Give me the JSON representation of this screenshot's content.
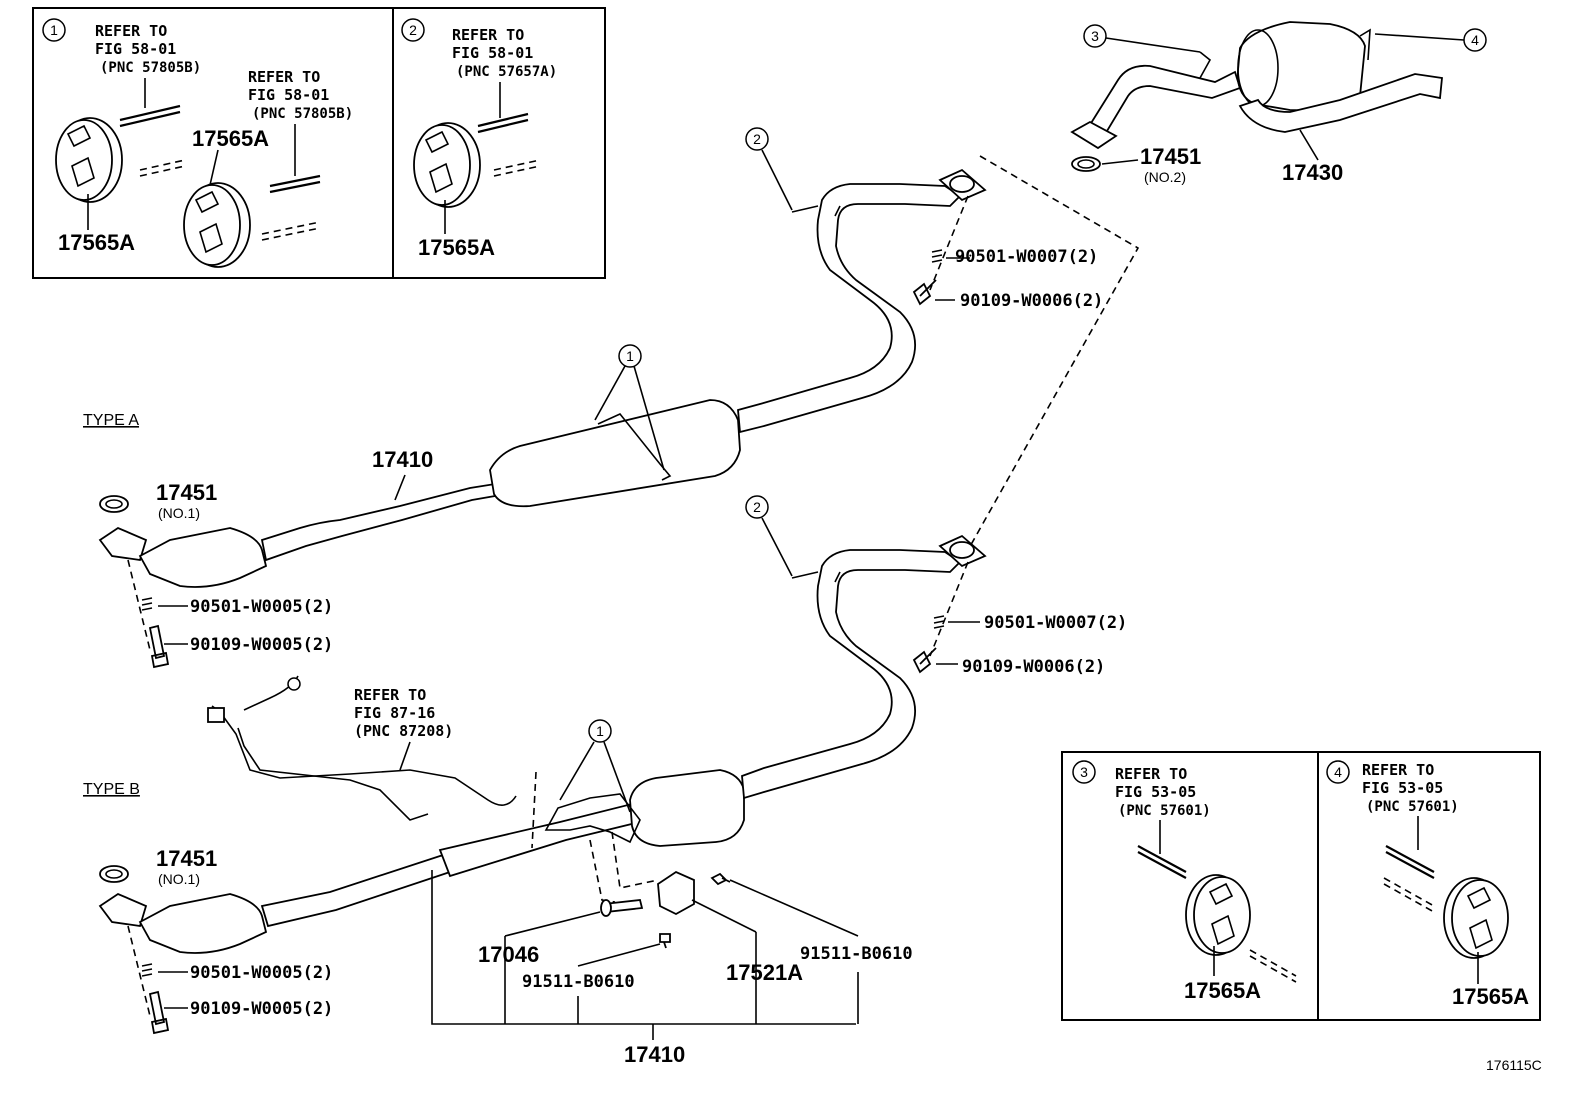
{
  "inset_1": {
    "circle": "1",
    "ref_a": [
      "REFER TO",
      "FIG 58-01",
      "(PNC 57805B)"
    ],
    "ref_b": [
      "REFER TO",
      "FIG 58-01",
      "(PNC 57805B)"
    ],
    "part_a": "17565A",
    "part_b": "17565A"
  },
  "inset_2": {
    "circle": "2",
    "ref": [
      "REFER TO",
      "FIG 58-01",
      "(PNC 57657A)"
    ],
    "part": "17565A"
  },
  "inset_3": {
    "circle": "3",
    "ref": [
      "REFER TO",
      "FIG 53-05",
      "(PNC 57601)"
    ],
    "part": "17565A"
  },
  "inset_4": {
    "circle": "4",
    "ref": [
      "REFER TO",
      "FIG 53-05",
      "(PNC 57601)"
    ],
    "part": "17565A"
  },
  "tail": {
    "circle_left": "3",
    "circle_right": "4",
    "muffler": "17430",
    "gasket": "17451",
    "gasket_note": "(NO.2)"
  },
  "type_a": {
    "label": "TYPE A",
    "pipe": "17410",
    "gasket": "17451",
    "gasket_note": "(NO.1)",
    "spring_front": "90501-W0005(2)",
    "bolt_front": "90109-W0005(2)",
    "spring_rear": "90501-W0007(2)",
    "bolt_rear": "90109-W0006(2)",
    "hanger_circle": "1",
    "rear_circle": "2"
  },
  "type_b": {
    "label": "TYPE B",
    "gasket": "17451",
    "gasket_note": "(NO.1)",
    "spring_front": "90501-W0005(2)",
    "bolt_front": "90109-W0005(2)",
    "spring_rear": "90501-W0007(2)",
    "bolt_rear": "90109-W0006(2)",
    "hanger_circle": "1",
    "rear_circle": "2",
    "ref": [
      "REFER TO",
      "FIG 87-16",
      "(PNC 87208)"
    ],
    "bolt_part": "17046",
    "nut_a": "91511-B0610",
    "cushion": "17521A",
    "nut_b": "91511-B0610",
    "assembly": "17410"
  },
  "figure_code": "176115C"
}
